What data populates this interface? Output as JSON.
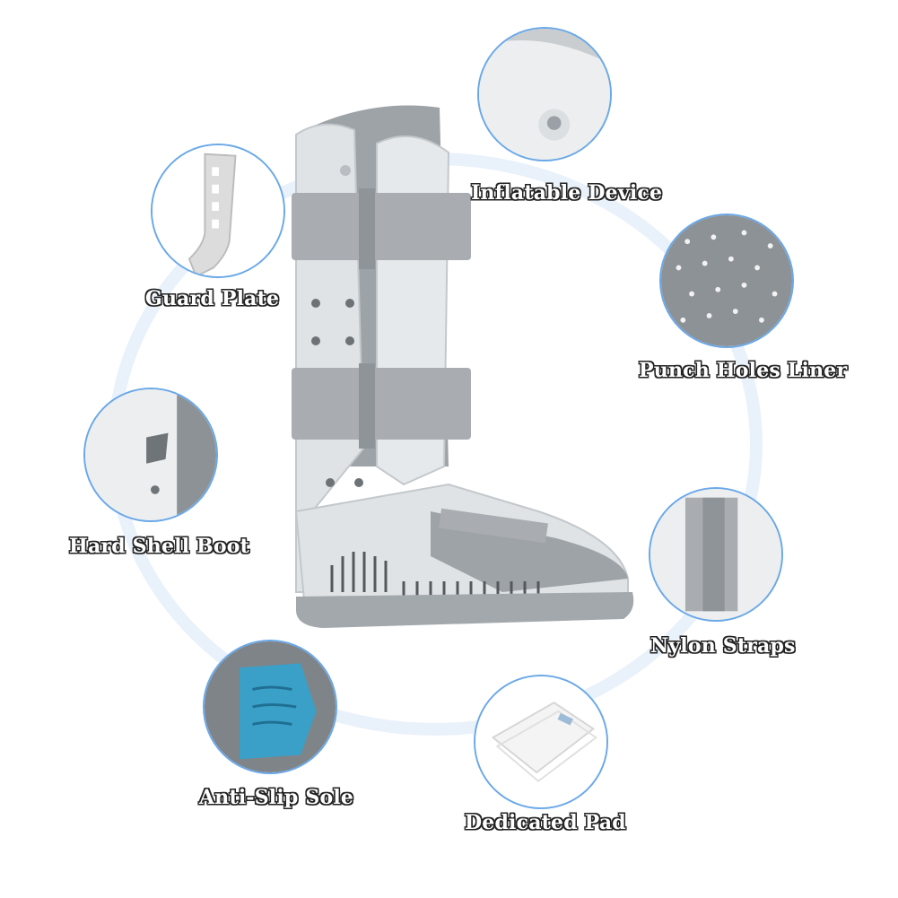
{
  "labels": {
    "inflatable_device": "Inflatable Device",
    "guard_plate": "Guard Plate",
    "punch_holes_liner": "Punch Holes Liner",
    "hard_shell_boot": "Hard Shell Boot",
    "nylon_straps": "Nylon Straps",
    "anti_slip_sole": "Anti-Slip Sole",
    "dedicated_pad": "Dedicated Pad"
  },
  "icons": {
    "inflatable_device": "valve-icon",
    "guard_plate": "guard-plate-icon",
    "punch_holes_liner": "perforated-liner-icon",
    "hard_shell_boot": "shell-icon",
    "nylon_straps": "strap-icon",
    "anti_slip_sole": "sole-icon",
    "dedicated_pad": "pad-icon"
  },
  "colors": {
    "ring": "#e9f1fb",
    "bubble_border": "#6aa8e8",
    "shell": "#dfe3e6",
    "liner": "#9ea3a8",
    "strap": "#a9adb1",
    "sole_accent": "#3aa0c8",
    "label_fill": "#ffffff",
    "label_stroke": "#222222"
  }
}
